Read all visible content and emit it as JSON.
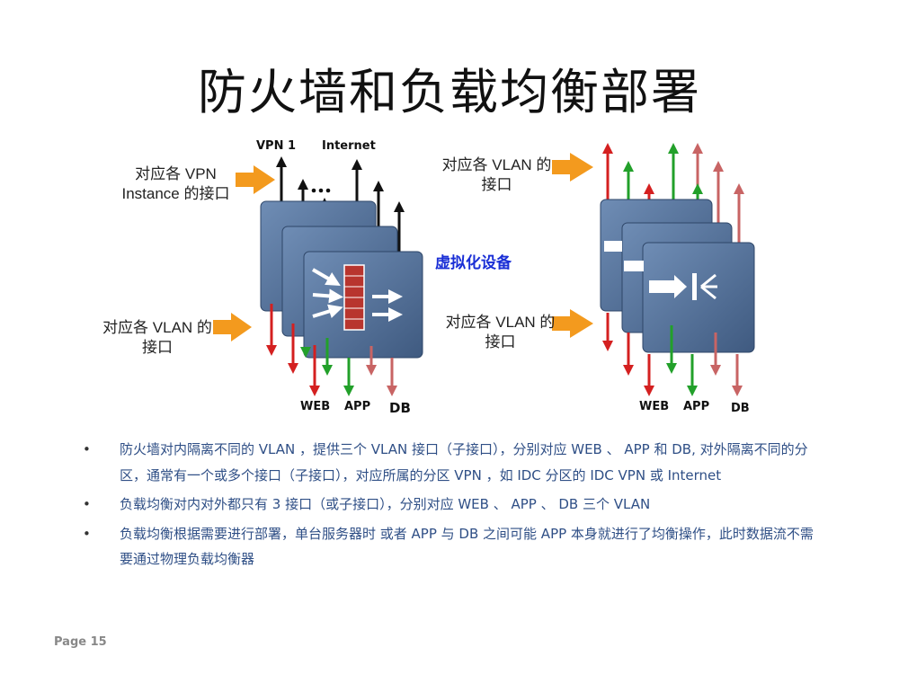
{
  "title": "防火墙和负载均衡部署",
  "firewall_diagram": {
    "top_labels": [
      "VPN 1",
      "Internet"
    ],
    "vpn_label": "对应各 VPN Instance 的接口",
    "vlan_label": "对应各 VLAN 的接口",
    "device_label": "虚拟化设备",
    "bottom_labels": [
      "WEB",
      "APP",
      "DB"
    ],
    "colors": {
      "box": "#4d6a91",
      "arrow_orange": "#f39a1e",
      "red": "#d42020",
      "green": "#22a02a",
      "pink": "#c86464"
    }
  },
  "lb_diagram": {
    "top_vlan_label": "对应各 VLAN 的接口",
    "bottom_vlan_label": "对应各 VLAN 的接口",
    "bottom_labels": [
      "WEB",
      "APP",
      "DB"
    ]
  },
  "bullets": [
    "防火墙对内隔离不同的 VLAN ，提供三个 VLAN 接口（子接口），分别对应 WEB 、 APP 和 DB, 对外隔离不同的分区，通常有一个或多个接口（子接口），对应所属的分区 VPN ，如 IDC 分区的 IDC VPN  或 Internet",
    "负载均衡对内对外都只有 3 接口（或子接口），分别对应 WEB 、 APP 、 DB 三个 VLAN",
    "负载均衡根据需要进行部署，单台服务器时 或者  APP 与 DB 之间可能 APP 本身就进行了均衡操作，此时数据流不需要通过物理负载均衡器"
  ],
  "bullet_symbol": "•",
  "page_label": "Page 15"
}
